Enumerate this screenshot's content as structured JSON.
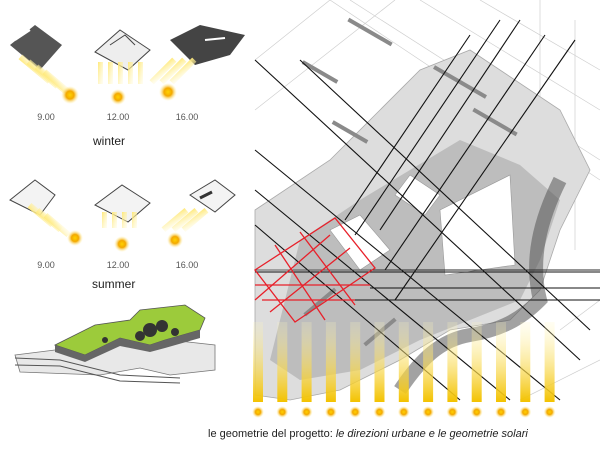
{
  "winter": {
    "label": "winter",
    "times": [
      "9.00",
      "12.00",
      "16.00"
    ]
  },
  "summer": {
    "label": "summer",
    "times": [
      "9.00",
      "12.00",
      "16.00"
    ]
  },
  "caption": {
    "prefix": "le geometrie del progetto: ",
    "italic": "le direzioni urbane e le geometrie solari"
  },
  "colors": {
    "sun": "#f3c200",
    "sun_glow": "#ffe97a",
    "grid_line": "#111111",
    "highlight_line": "#e8202a",
    "site": "#bdbdbd",
    "green_roof": "#9ccb3b"
  }
}
